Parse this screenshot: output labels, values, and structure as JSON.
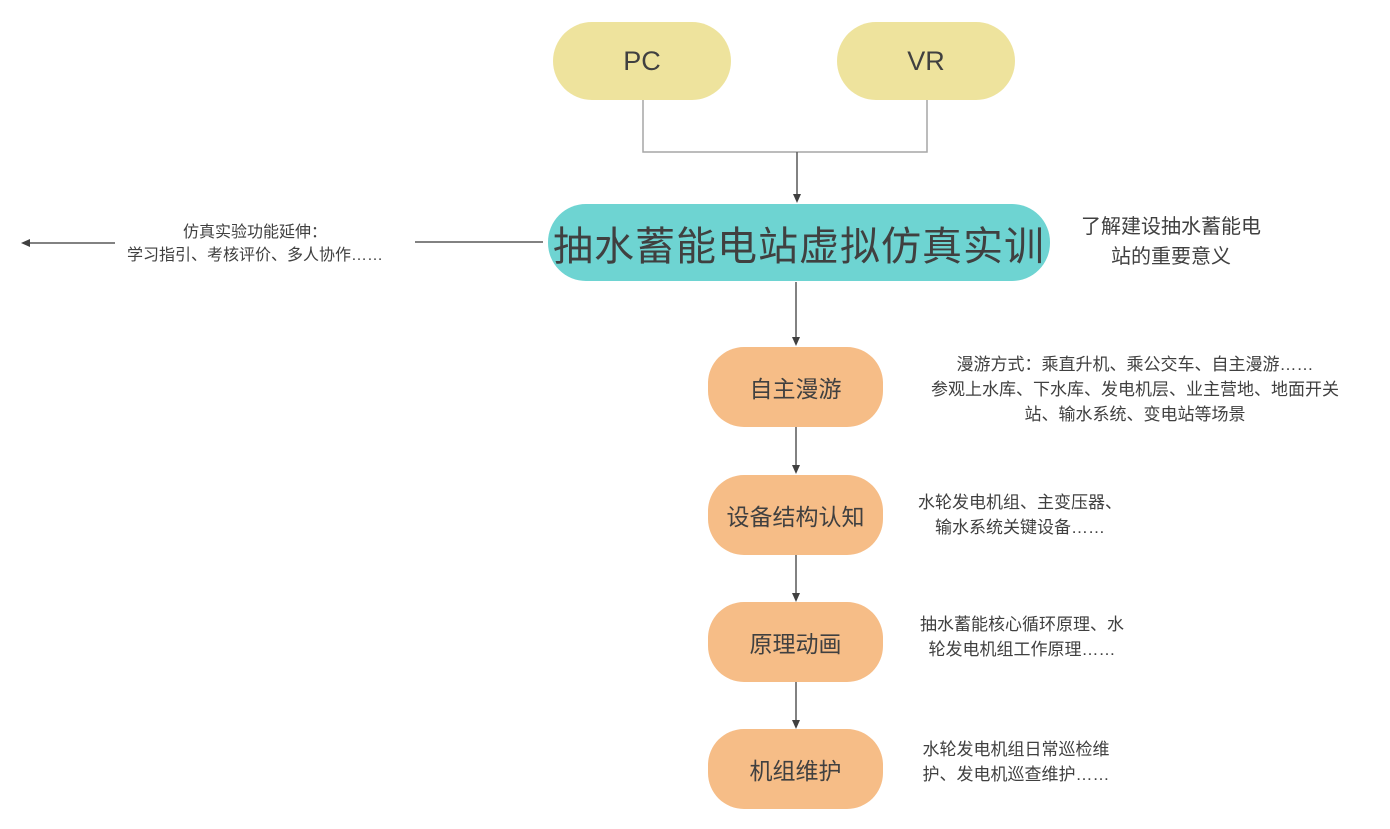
{
  "diagram": {
    "platforms": [
      {
        "label": "PC"
      },
      {
        "label": "VR"
      }
    ],
    "main": {
      "title": "抽水蓄能电站虚拟仿真实训"
    },
    "left_note": {
      "text": "仿真实验功能延伸：\n学习指引、考核评价、多人协作……"
    },
    "right_note": {
      "text": "了解建设抽水蓄能电\n站的重要意义"
    },
    "steps": [
      {
        "label": "自主漫游",
        "desc": "漫游方式：乘直升机、乘公交车、自主漫游……\n参观上水库、下水库、发电机层、业主营地、地面开关\n站、输水系统、变电站等场景"
      },
      {
        "label": "设备结构认知",
        "desc": "水轮发电机组、主变压器、\n输水系统关键设备……"
      },
      {
        "label": "原理动画",
        "desc": "抽水蓄能核心循环原理、水\n轮发电机组工作原理……"
      },
      {
        "label": "机组维护",
        "desc": "水轮发电机组日常巡检维\n护、发电机巡查维护……"
      }
    ],
    "colors": {
      "platform_fill": "#eee39d",
      "main_fill": "#6ed4d2",
      "step_fill": "#f6bd87",
      "text": "#404040",
      "arrow_line": "#595959",
      "merge_line": "#a6a6a6"
    }
  }
}
